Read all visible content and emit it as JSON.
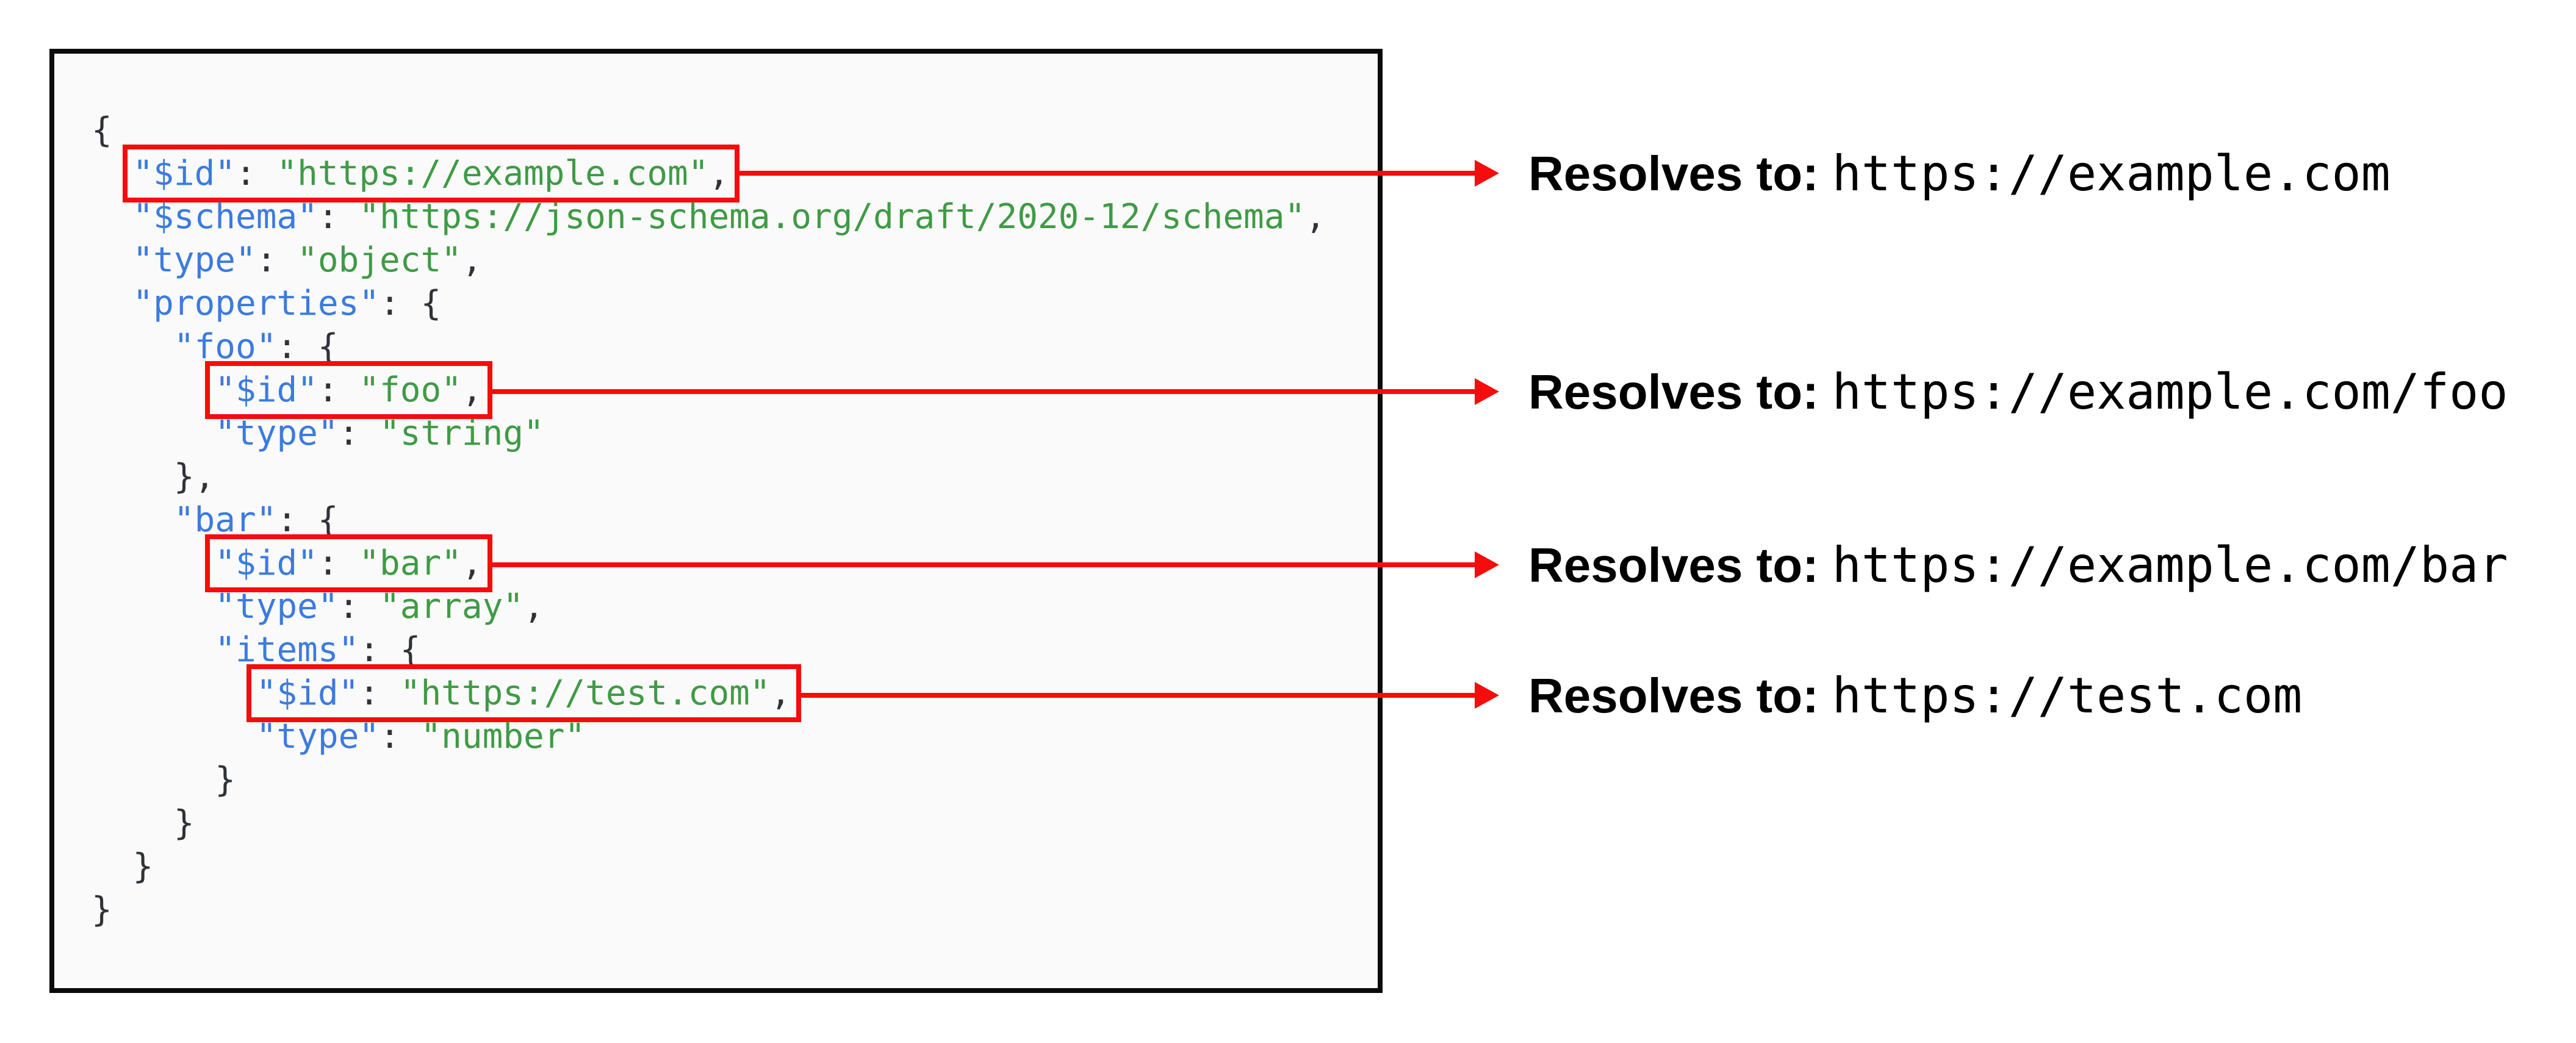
{
  "colors": {
    "red": "#f60c0c",
    "key": "#3c7bdf",
    "str": "#3f9b45",
    "punct": "#2f3237",
    "code_bg": "#fafafa",
    "box_border": "#0b0b0b"
  },
  "code_panel": {
    "language": "json",
    "lines": [
      {
        "indent": 0,
        "tokens": [
          [
            "punct",
            "{"
          ]
        ]
      },
      {
        "indent": 1,
        "highlight": true,
        "tokens": [
          [
            "key",
            "\"$id\""
          ],
          [
            "punct",
            ": "
          ],
          [
            "str",
            "\"https://example.com\""
          ],
          [
            "punct",
            ","
          ]
        ]
      },
      {
        "indent": 1,
        "tokens": [
          [
            "key",
            "\"$schema\""
          ],
          [
            "punct",
            ": "
          ],
          [
            "str",
            "\"https://json-schema.org/draft/2020-12/schema\""
          ],
          [
            "punct",
            ","
          ]
        ]
      },
      {
        "indent": 1,
        "tokens": [
          [
            "key",
            "\"type\""
          ],
          [
            "punct",
            ": "
          ],
          [
            "str",
            "\"object\""
          ],
          [
            "punct",
            ","
          ]
        ]
      },
      {
        "indent": 1,
        "tokens": [
          [
            "key",
            "\"properties\""
          ],
          [
            "punct",
            ": {"
          ]
        ]
      },
      {
        "indent": 2,
        "tokens": [
          [
            "key",
            "\"foo\""
          ],
          [
            "punct",
            ": {"
          ]
        ]
      },
      {
        "indent": 3,
        "highlight": true,
        "tokens": [
          [
            "key",
            "\"$id\""
          ],
          [
            "punct",
            ": "
          ],
          [
            "str",
            "\"foo\""
          ],
          [
            "punct",
            ","
          ]
        ]
      },
      {
        "indent": 3,
        "tokens": [
          [
            "key",
            "\"type\""
          ],
          [
            "punct",
            ": "
          ],
          [
            "str",
            "\"string\""
          ]
        ]
      },
      {
        "indent": 2,
        "tokens": [
          [
            "punct",
            "},"
          ]
        ]
      },
      {
        "indent": 2,
        "tokens": [
          [
            "key",
            "\"bar\""
          ],
          [
            "punct",
            ": {"
          ]
        ]
      },
      {
        "indent": 3,
        "highlight": true,
        "tokens": [
          [
            "key",
            "\"$id\""
          ],
          [
            "punct",
            ": "
          ],
          [
            "str",
            "\"bar\""
          ],
          [
            "punct",
            ","
          ]
        ]
      },
      {
        "indent": 3,
        "tokens": [
          [
            "key",
            "\"type\""
          ],
          [
            "punct",
            ": "
          ],
          [
            "str",
            "\"array\""
          ],
          [
            "punct",
            ","
          ]
        ]
      },
      {
        "indent": 3,
        "tokens": [
          [
            "key",
            "\"items\""
          ],
          [
            "punct",
            ": {"
          ]
        ]
      },
      {
        "indent": 4,
        "highlight": true,
        "tokens": [
          [
            "key",
            "\"$id\""
          ],
          [
            "punct",
            ": "
          ],
          [
            "str",
            "\"https://test.com\""
          ],
          [
            "punct",
            ","
          ]
        ]
      },
      {
        "indent": 4,
        "tokens": [
          [
            "key",
            "\"type\""
          ],
          [
            "punct",
            ": "
          ],
          [
            "str",
            "\"number\""
          ]
        ]
      },
      {
        "indent": 3,
        "tokens": [
          [
            "punct",
            "}"
          ]
        ]
      },
      {
        "indent": 2,
        "tokens": [
          [
            "punct",
            "}"
          ]
        ]
      },
      {
        "indent": 1,
        "tokens": [
          [
            "punct",
            "}"
          ]
        ]
      },
      {
        "indent": 0,
        "tokens": [
          [
            "punct",
            "}"
          ]
        ]
      }
    ]
  },
  "annotations": [
    {
      "label": "Resolves to:",
      "value": "https://example.com"
    },
    {
      "label": "Resolves to:",
      "value": "https://example.com/foo"
    },
    {
      "label": "Resolves to:",
      "value": "https://example.com/bar"
    },
    {
      "label": "Resolves to:",
      "value": "https://test.com"
    }
  ]
}
